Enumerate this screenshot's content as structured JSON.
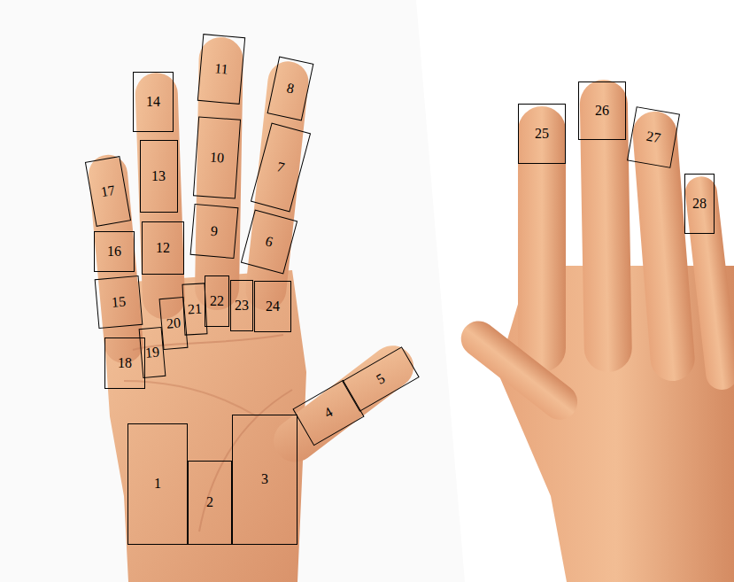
{
  "diagram": {
    "nodes": [
      {
        "text": [
          "1"
        ]
      },
      {
        "text": [
          "2"
        ]
      },
      {
        "text": [
          "3"
        ]
      },
      {
        "text": [
          "4"
        ]
      },
      {
        "text": [
          "5"
        ]
      },
      {
        "text": [
          "6"
        ]
      },
      {
        "text": [
          "7"
        ]
      },
      {
        "text": [
          "8"
        ]
      },
      {
        "text": [
          "9"
        ]
      },
      {
        "text": [
          "10"
        ]
      },
      {
        "text": [
          "11"
        ]
      },
      {
        "text": [
          "12"
        ]
      },
      {
        "text": [
          "13"
        ]
      },
      {
        "text": [
          "14"
        ]
      },
      {
        "text": [
          "15"
        ]
      },
      {
        "text": [
          "16"
        ]
      },
      {
        "text": [
          "17"
        ]
      },
      {
        "text": [
          "18"
        ]
      },
      {
        "text": [
          "19"
        ]
      },
      {
        "text": [
          "20"
        ]
      },
      {
        "text": [
          "21"
        ]
      },
      {
        "text": [
          "22"
        ]
      },
      {
        "text": [
          "23"
        ]
      },
      {
        "text": [
          "24"
        ]
      },
      {
        "text": [
          "25"
        ]
      },
      {
        "text": [
          "26"
        ]
      },
      {
        "text": [
          "27"
        ]
      },
      {
        "text": [
          "28"
        ]
      }
    ]
  }
}
